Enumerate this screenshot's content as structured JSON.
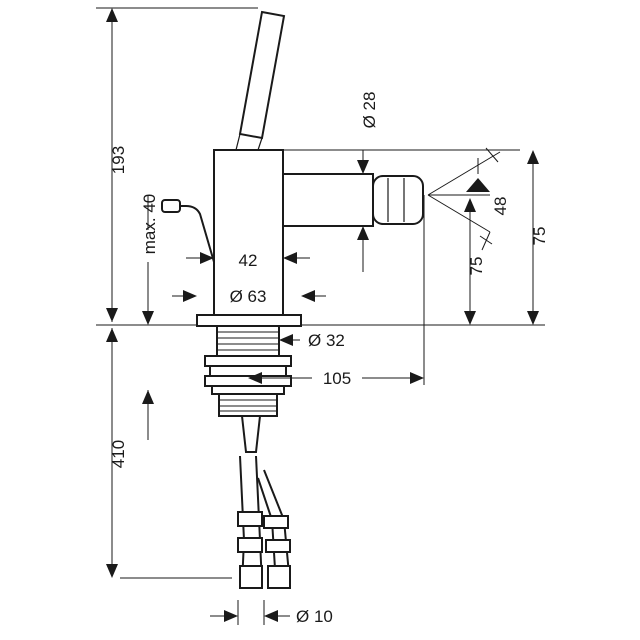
{
  "dimensions": {
    "total_height_above": "193",
    "max_40": "max. 40",
    "dia_28": "Ø 28",
    "w_42": "42",
    "dia_63": "Ø 63",
    "dia_32": "Ø 32",
    "reach_105": "105",
    "h_48": "48",
    "h_75_inner": "75",
    "h_75_outer": "75",
    "depth_410": "410",
    "dia_10": "Ø 10"
  },
  "colors": {
    "line": "#1a1a1a",
    "background": "#ffffff"
  }
}
